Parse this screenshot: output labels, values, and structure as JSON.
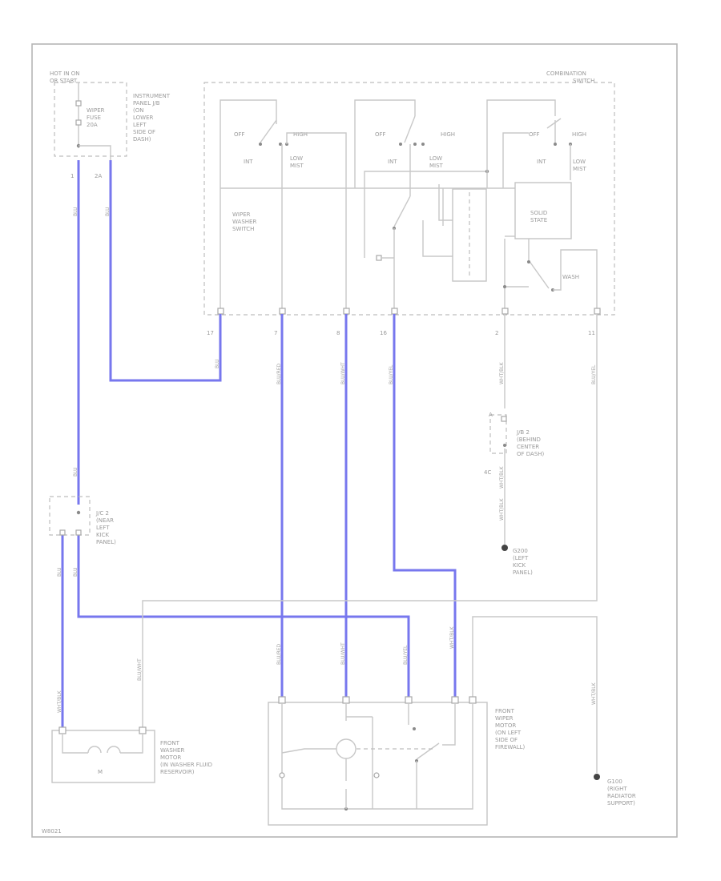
{
  "labels": {
    "hot_in_on": [
      "HOT IN ON",
      "OR START"
    ],
    "fuse": [
      "WIPER",
      "FUSE",
      "20A"
    ],
    "instrument_panel": [
      "INSTRUMENT",
      "PANEL J/B",
      "(ON",
      "LOWER",
      "LEFT",
      "SIDE OF",
      "DASH)"
    ],
    "combination_switch": [
      "COMBINATION",
      "SWITCH"
    ],
    "wiper_washer_switch": [
      "WIPER",
      "WASHER",
      "SWITCH"
    ],
    "solid_state": [
      "SOLID",
      "STATE"
    ],
    "off": "OFF",
    "high": "HIGH",
    "int": "INT",
    "low_mist": [
      "LOW",
      "MIST"
    ],
    "wash": "WASH",
    "jb2": [
      "J/B 2",
      "(BEHIND",
      "CENTER",
      "OF DASH)"
    ],
    "jc2": [
      "J/C 2",
      "(NEAR",
      "LEFT",
      "KICK",
      "PANEL)"
    ],
    "ground_left": [
      "G200",
      "(LEFT",
      "KICK",
      "PANEL)"
    ],
    "front_washer_motor": [
      "FRONT",
      "WASHER",
      "MOTOR",
      "(IN WASHER FLUID",
      "RESERVOIR)"
    ],
    "washer_m": "M",
    "front_wiper_motor": [
      "FRONT",
      "WIPER",
      "MOTOR",
      "(ON LEFT",
      "SIDE OF",
      "FIREWALL)"
    ],
    "ground_right": [
      "G100",
      "(RIGHT",
      "RADIATOR",
      "SUPPORT)"
    ],
    "footer_code": "W8021",
    "pins": {
      "p1": "1",
      "p2": "2A",
      "p17": "17",
      "p7": "7",
      "p8": "8",
      "p16": "16",
      "p2b": "2",
      "p11": "11",
      "p4a": "A",
      "p4c": "4C"
    }
  },
  "wire_colors": {
    "w1": "BLU",
    "w2": "BLU",
    "w3": "BLU",
    "w4": "BLU/RED",
    "w5": "BLU/WHT",
    "w6": "BLU/YEL",
    "w7": "WHT/BLK",
    "w8": "BLU/YEL",
    "w9": "BLU",
    "w10": "BLU",
    "w11": "BLU",
    "w12": "BLU/WHT",
    "w13": "BLU/RED",
    "w14": "BLU/WHT",
    "w15": "BLU/YEL",
    "w16": "WHT/BLK",
    "w17": "WHT/BLK",
    "w18": "WHT/BLK",
    "w19": "WHT/BLK"
  },
  "colors": {
    "highlight_wire": "#7777ee",
    "line": "#c8c8c8"
  }
}
